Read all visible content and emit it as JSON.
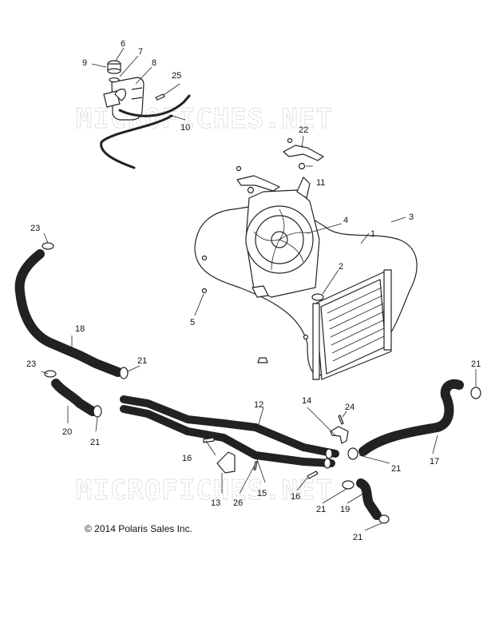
{
  "watermark": "MICROFICHES.NET",
  "copyright": "© 2014 Polaris Sales Inc.",
  "callouts": {
    "c1": "1",
    "c2": "2",
    "c3": "3",
    "c4": "4",
    "c5": "5",
    "c6": "6",
    "c7": "7",
    "c8": "8",
    "c9": "9",
    "c10": "10",
    "c11": "11",
    "c12": "12",
    "c13": "13",
    "c14": "14",
    "c15": "15",
    "c16a": "16",
    "c16b": "16",
    "c17": "17",
    "c18": "18",
    "c19": "19",
    "c20": "20",
    "c21a": "21",
    "c21b": "21",
    "c21c": "21",
    "c21d": "21",
    "c21e": "21",
    "c21f": "21",
    "c22": "22",
    "c23a": "23",
    "c23b": "23",
    "c24": "24",
    "c25": "25",
    "c26": "26"
  }
}
